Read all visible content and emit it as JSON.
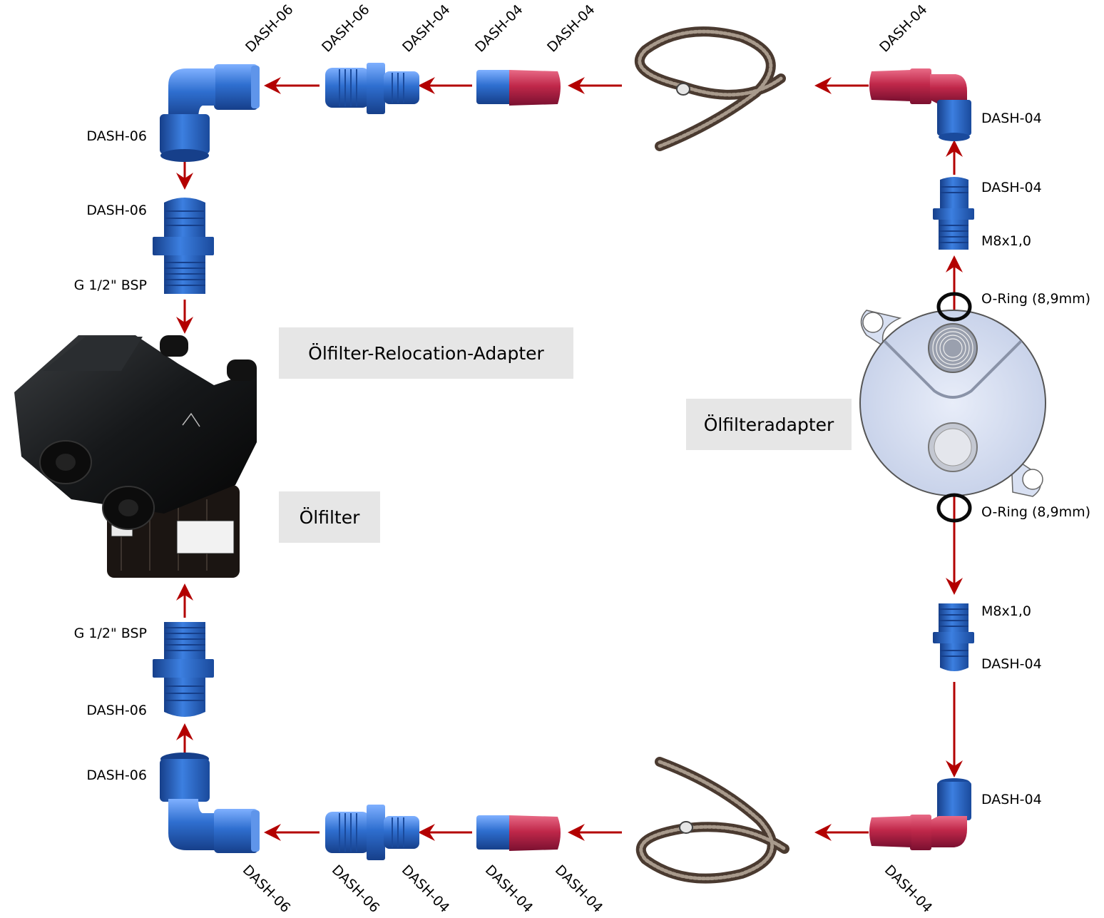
{
  "colors": {
    "arrow": "#b30000",
    "fitting_blue": "#2f6fd0",
    "fitting_red": "#c0284a",
    "box_bg": "#e6e6e6",
    "hose": "#6b5a4e",
    "adapter_plate": "#d8e0f2"
  },
  "boxes": {
    "relocation_adapter": "Ölfilter-Relocation-Adapter",
    "oil_filter": "Ölfilter",
    "filter_adapter": "Ölfilteradapter"
  },
  "top_row_labels": [
    "DASH-06",
    "DASH-06",
    "DASH-04",
    "DASH-04",
    "DASH-04",
    "DASH-04"
  ],
  "bottom_row_labels": [
    "DASH-06",
    "DASH-06",
    "DASH-04",
    "DASH-04",
    "DASH-04",
    "DASH-04"
  ],
  "left_column": {
    "upper_elbow_port": "DASH-06",
    "upper_adapter_top": "DASH-06",
    "upper_adapter_bottom": "G 1/2\" BSP",
    "lower_adapter_top": "G 1/2\" BSP",
    "lower_adapter_bottom": "DASH-06",
    "lower_elbow_port": "DASH-06"
  },
  "right_column": {
    "upper_elbow_port": "DASH-04",
    "upper_adapter_top": "DASH-04",
    "upper_adapter_bottom": "M8x1,0",
    "upper_oring": "O-Ring (8,9mm)",
    "lower_oring": "O-Ring (8,9mm)",
    "lower_adapter_top": "M8x1,0",
    "lower_adapter_bottom": "DASH-04",
    "lower_elbow_port": "DASH-04"
  },
  "components": [
    "elbow-fitting-90-dash06",
    "reducer-dash06-dash04",
    "hose-end-straight-dash04",
    "braided-hose-dash04",
    "hose-end-90-dash04",
    "adapter-dash04-m8x1",
    "oring-8-9mm",
    "oil-filter-adapter-plate",
    "adapter-dash06-g12bsp",
    "oil-filter-relocation-block",
    "oil-filter"
  ]
}
